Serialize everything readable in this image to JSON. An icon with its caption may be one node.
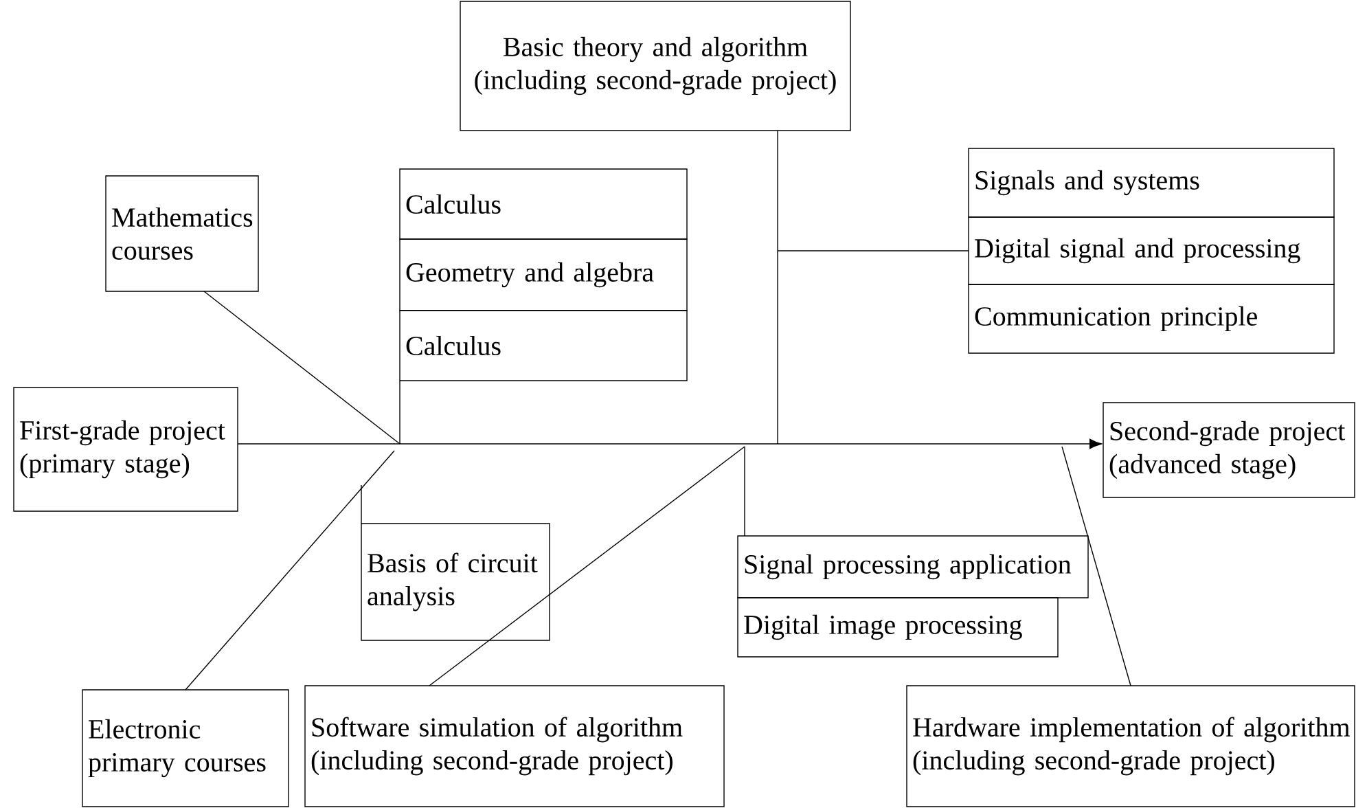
{
  "diagram": {
    "nodes": [
      {
        "text": [
          "First-grade project (primary stage)"
        ]
      },
      {
        "text": [
          "Mathematics courses"
        ]
      },
      {
        "text": [
          "Calculus"
        ]
      },
      {
        "text": [
          "Geometry and algebra"
        ]
      },
      {
        "text": [
          "Calculus"
        ]
      },
      {
        "text": [
          "Basic theory and algorithm (including second-grade project)"
        ]
      },
      {
        "text": [
          "Signals and systems"
        ]
      },
      {
        "text": [
          "Digital signal and processing"
        ]
      },
      {
        "text": [
          "Communication principle"
        ]
      },
      {
        "text": [
          "Second-grade project (advanced stage)"
        ]
      },
      {
        "text": [
          "Basis of circuit analysis"
        ]
      },
      {
        "text": [
          "Signal processing application"
        ]
      },
      {
        "text": [
          "Digital image processing"
        ]
      },
      {
        "text": [
          "Electronic primary courses"
        ]
      },
      {
        "text": [
          "Software simulation of algorithm (including second-grade project)"
        ]
      },
      {
        "text": [
          "Hardware implementation of algorithm (including second-grade project)"
        ]
      }
    ],
    "edges": [
      {
        "from": 0,
        "to": 9,
        "arrow": "to"
      },
      {
        "from": 1,
        "to": null,
        "arrow": "none"
      },
      {
        "from": 4,
        "to": null,
        "arrow": "none"
      },
      {
        "from": 5,
        "to": null,
        "arrow": "none"
      },
      {
        "from": 7,
        "to": null,
        "arrow": "none"
      },
      {
        "from": 13,
        "to": null,
        "arrow": "none"
      },
      {
        "from": 10,
        "to": null,
        "arrow": "none"
      },
      {
        "from": 14,
        "to": null,
        "arrow": "none"
      },
      {
        "from": 11,
        "to": null,
        "arrow": "none"
      },
      {
        "from": 15,
        "to": null,
        "arrow": "none"
      }
    ]
  }
}
